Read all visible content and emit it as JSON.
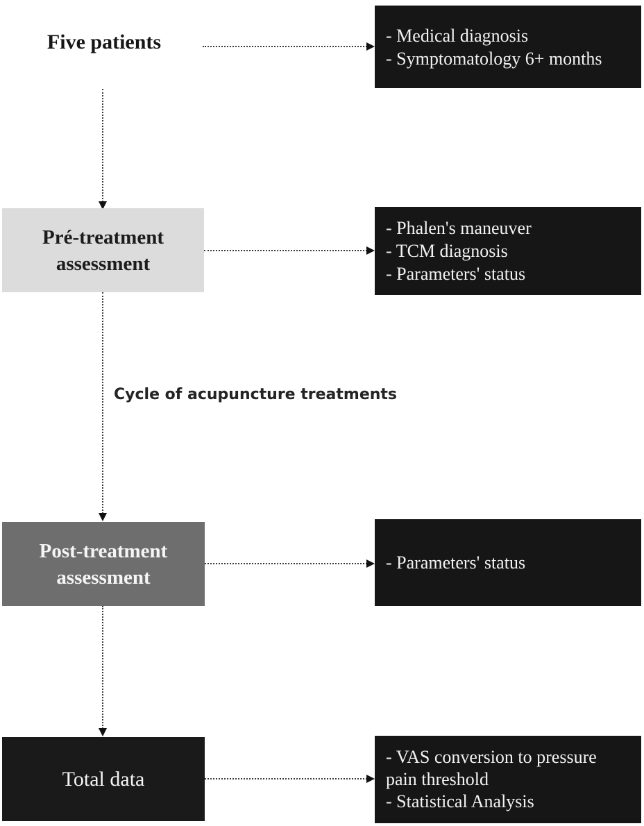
{
  "flowchart": {
    "start_label": "Five patients",
    "edge_label": "Cycle of acupuncture treatments",
    "boxes": {
      "criteria": {
        "line1": "- Medical diagnosis",
        "line2": "- Symptomatology 6+ months"
      },
      "pre_assessment": {
        "line1": "Pré-treatment",
        "line2": "assessment"
      },
      "pre_details": {
        "line1": "- Phalen's maneuver",
        "line2": "- TCM diagnosis",
        "line3": "- Parameters' status"
      },
      "post_assessment": {
        "line1": "Post-treatment",
        "line2": "assessment"
      },
      "post_details": {
        "line1": "- Parameters' status"
      },
      "total_data": {
        "label": "Total data"
      },
      "final_details": {
        "line1": "- VAS conversion to pressure pain threshold",
        "line2": "- Statistical Analysis"
      }
    },
    "colors": {
      "background": "#ffffff",
      "black_box_bg": "#161616",
      "light_gray_box_bg": "#dcdcdc",
      "dark_gray_box_bg": "#6e6e6e",
      "box_text_light": "#f2f2f2",
      "box_text_dark": "#1c1c1c",
      "arrow_color": "#3c3c3c"
    }
  }
}
